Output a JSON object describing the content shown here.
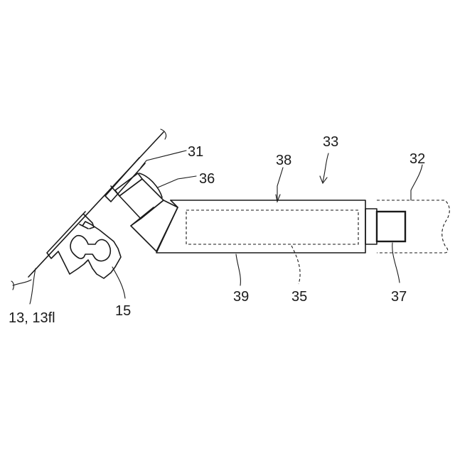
{
  "figure": {
    "labels": {
      "panel": "13, 13fl",
      "rail": "15",
      "bracket": "31",
      "external_device": "32",
      "unit": "33",
      "internal_component": "35",
      "joint": "36",
      "connector": "37",
      "housing_top": "38",
      "housing_bottom": "39"
    }
  }
}
